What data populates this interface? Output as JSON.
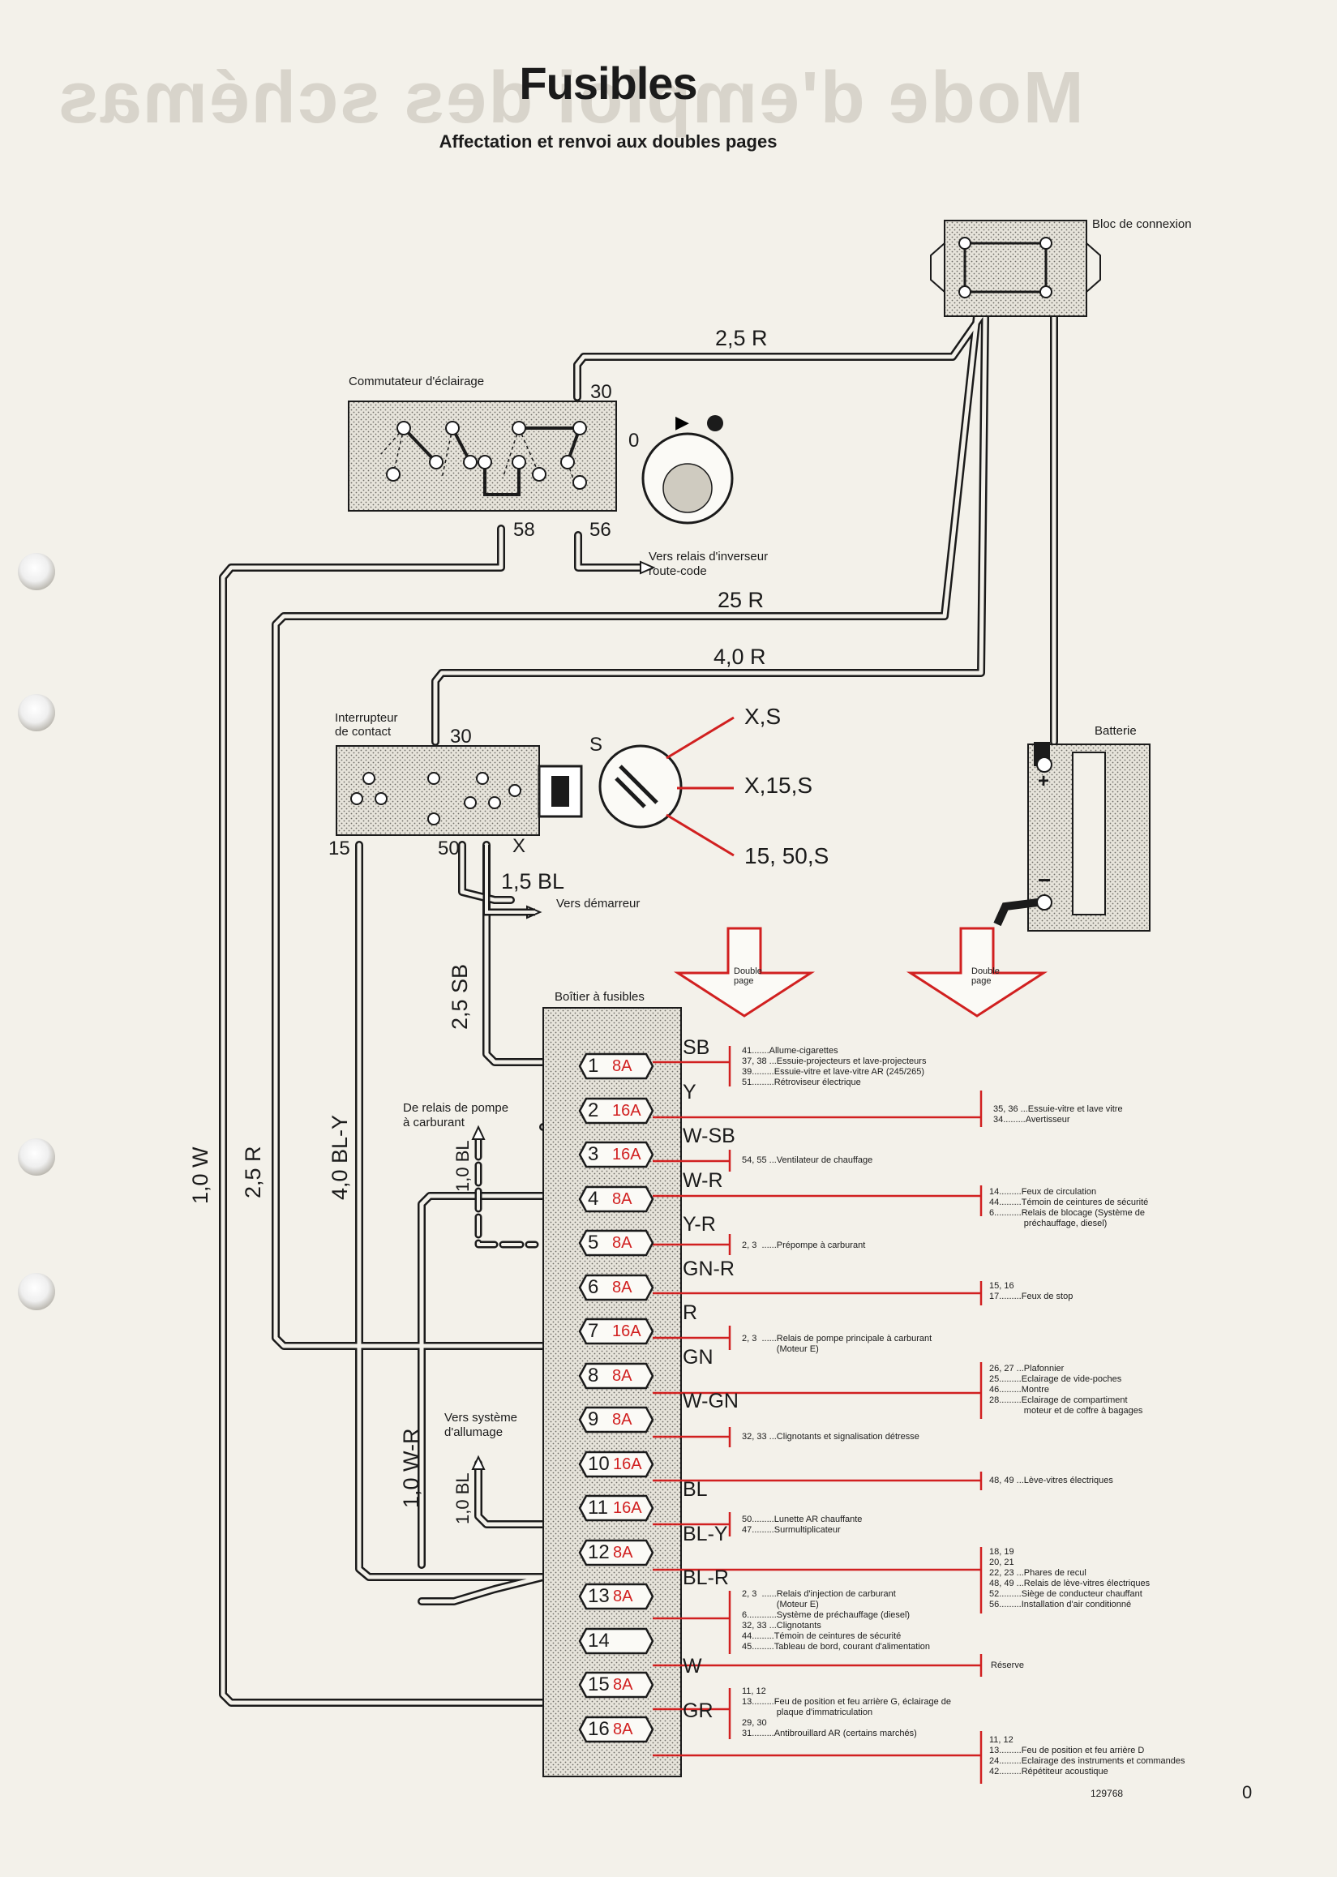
{
  "header": {
    "ghost_title": "Mode d'emploi des schémas",
    "title": "Fusibles",
    "subtitle": "Affectation et renvoi aux doubles pages"
  },
  "components": {
    "bloc_connexion": "Bloc de connexion",
    "commutateur": "Commutateur d'éclairage",
    "interrupteur": "Interrupteur\nde contact",
    "batterie": "Batterie",
    "boitier": "Boîtier à fusibles",
    "vers_relais": "Vers relais d'inverseur\nroute-code",
    "vers_demarreur": "Vers démarreur",
    "de_relais_pompe": "De relais de pompe\nà carburant",
    "vers_allumage": "Vers système\nd'allumage",
    "double_page": "Double\npage",
    "batt_plus": "+",
    "batt_minus": "−"
  },
  "terminals": {
    "t30_top": "30",
    "t58": "58",
    "t56": "56",
    "t0": "0",
    "t30_ign": "30",
    "t15": "15",
    "t50": "50",
    "tX": "X",
    "tS": "S"
  },
  "wires": {
    "w_25R_top": "2,5 R",
    "w_25R": "25 R",
    "w_40R": "4,0 R",
    "w_15BL": "1,5 BL",
    "w_25SB": "2,5 SB",
    "w_10W": "1,0 W",
    "w_25R_v": "2,5 R",
    "w_40BLY": "4,0 BL-Y",
    "w_10BL_a": "1,0 BL",
    "w_10WR": "1,0 W-R",
    "w_10BL_b": "1,0 BL"
  },
  "ignition_positions": [
    "X,S",
    "X,15,S",
    "15, 50,S"
  ],
  "fuses": [
    {
      "num": "1",
      "amp": "8A",
      "wire": "SB"
    },
    {
      "num": "2",
      "amp": "16A",
      "wire": "Y"
    },
    {
      "num": "3",
      "amp": "16A",
      "wire": "W-SB"
    },
    {
      "num": "4",
      "amp": "8A",
      "wire": "W-R"
    },
    {
      "num": "5",
      "amp": "8A",
      "wire": "Y-R"
    },
    {
      "num": "6",
      "amp": "8A",
      "wire": "GN-R"
    },
    {
      "num": "7",
      "amp": "16A",
      "wire": "R"
    },
    {
      "num": "8",
      "amp": "8A",
      "wire": "GN"
    },
    {
      "num": "9",
      "amp": "8A",
      "wire": "W-GN"
    },
    {
      "num": "10",
      "amp": "16A",
      "wire": ""
    },
    {
      "num": "11",
      "amp": "16A",
      "wire": "BL"
    },
    {
      "num": "12",
      "amp": "8A",
      "wire": "BL-Y"
    },
    {
      "num": "13",
      "amp": "8A",
      "wire": "BL-R"
    },
    {
      "num": "14",
      "amp": "",
      "wire": ""
    },
    {
      "num": "15",
      "amp": "8A",
      "wire": "W"
    },
    {
      "num": "16",
      "amp": "8A",
      "wire": "GR"
    }
  ],
  "refs_left": [
    "41.......Allume-cigarettes\n37, 38 ...Essuie-projecteurs et lave-projecteurs\n39.........Essuie-vitre et lave-vitre AR (245/265)\n51.........Rétroviseur électrique",
    "54, 55 ...Ventilateur de chauffage",
    "2, 3  ......Prépompe à carburant",
    "2, 3  ......Relais de pompe principale à carburant\n              (Moteur E)",
    "32, 33 ...Clignotants et signalisation détresse",
    "50.........Lunette AR chauffante\n47.........Surmultiplicateur",
    "2, 3  ......Relais d'injection de carburant\n              (Moteur E)\n6............Système de préchauffage (diesel)\n32, 33 ...Clignotants\n44.........Témoin de ceintures de sécurité\n45.........Tableau de bord, courant d'alimentation",
    "11, 12\n13.........Feu de position et feu arrière G, éclairage de\n              plaque d'immatriculation\n29, 30\n31.........Antibrouillard AR (certains marchés)"
  ],
  "refs_right": [
    "35, 36 ...Essuie-vitre et lave vitre\n34.........Avertisseur",
    "14.........Feux de circulation\n44.........Témoin de ceintures de sécurité\n6...........Relais de blocage (Système de\n              préchauffage, diesel)",
    "15, 16\n17.........Feux de stop",
    "26, 27 ...Plafonnier\n25.........Eclairage de vide-poches\n46.........Montre\n28.........Eclairage de compartiment\n              moteur et de coffre à bagages",
    "48, 49 ...Lève-vitres électriques",
    "18, 19\n20, 21\n22, 23 ...Phares de recul\n48, 49 ...Relais de lève-vitres électriques\n52.........Siège de conducteur chauffant\n56.........Installation d'air conditionné",
    "Réserve",
    "11, 12\n13.........Feu de position et feu arrière D\n24.........Eclairage des instruments et commandes\n42.........Répétiteur acoustique"
  ],
  "footer": {
    "code": "129768",
    "page": "0"
  },
  "colors": {
    "red_line": "#d12020",
    "wire": "#1b1b1b",
    "paper": "#f3f1ea"
  }
}
